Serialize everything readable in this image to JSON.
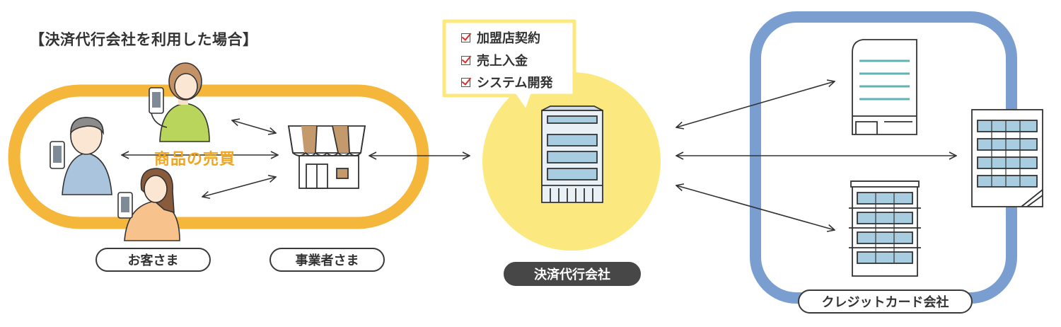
{
  "title": "【決済代行会社を利用した場合】",
  "trade_label": "商品の売買",
  "labels": {
    "customers": "お客さま",
    "merchants": "事業者さま",
    "payment_agency": "決済代行会社",
    "card_companies": "クレジットカード会社"
  },
  "checklist": [
    "加盟店契約",
    "売上入金",
    "システム開発"
  ],
  "colors": {
    "customer_loop": "#f5b73b",
    "agency_circle": "#fbe97f",
    "card_loop": "#7b9ed1",
    "checklist_border": "#fbe97f",
    "check_mark": "#d9302a",
    "trade_text": "#f0a520",
    "dark_pill": "#474747"
  }
}
